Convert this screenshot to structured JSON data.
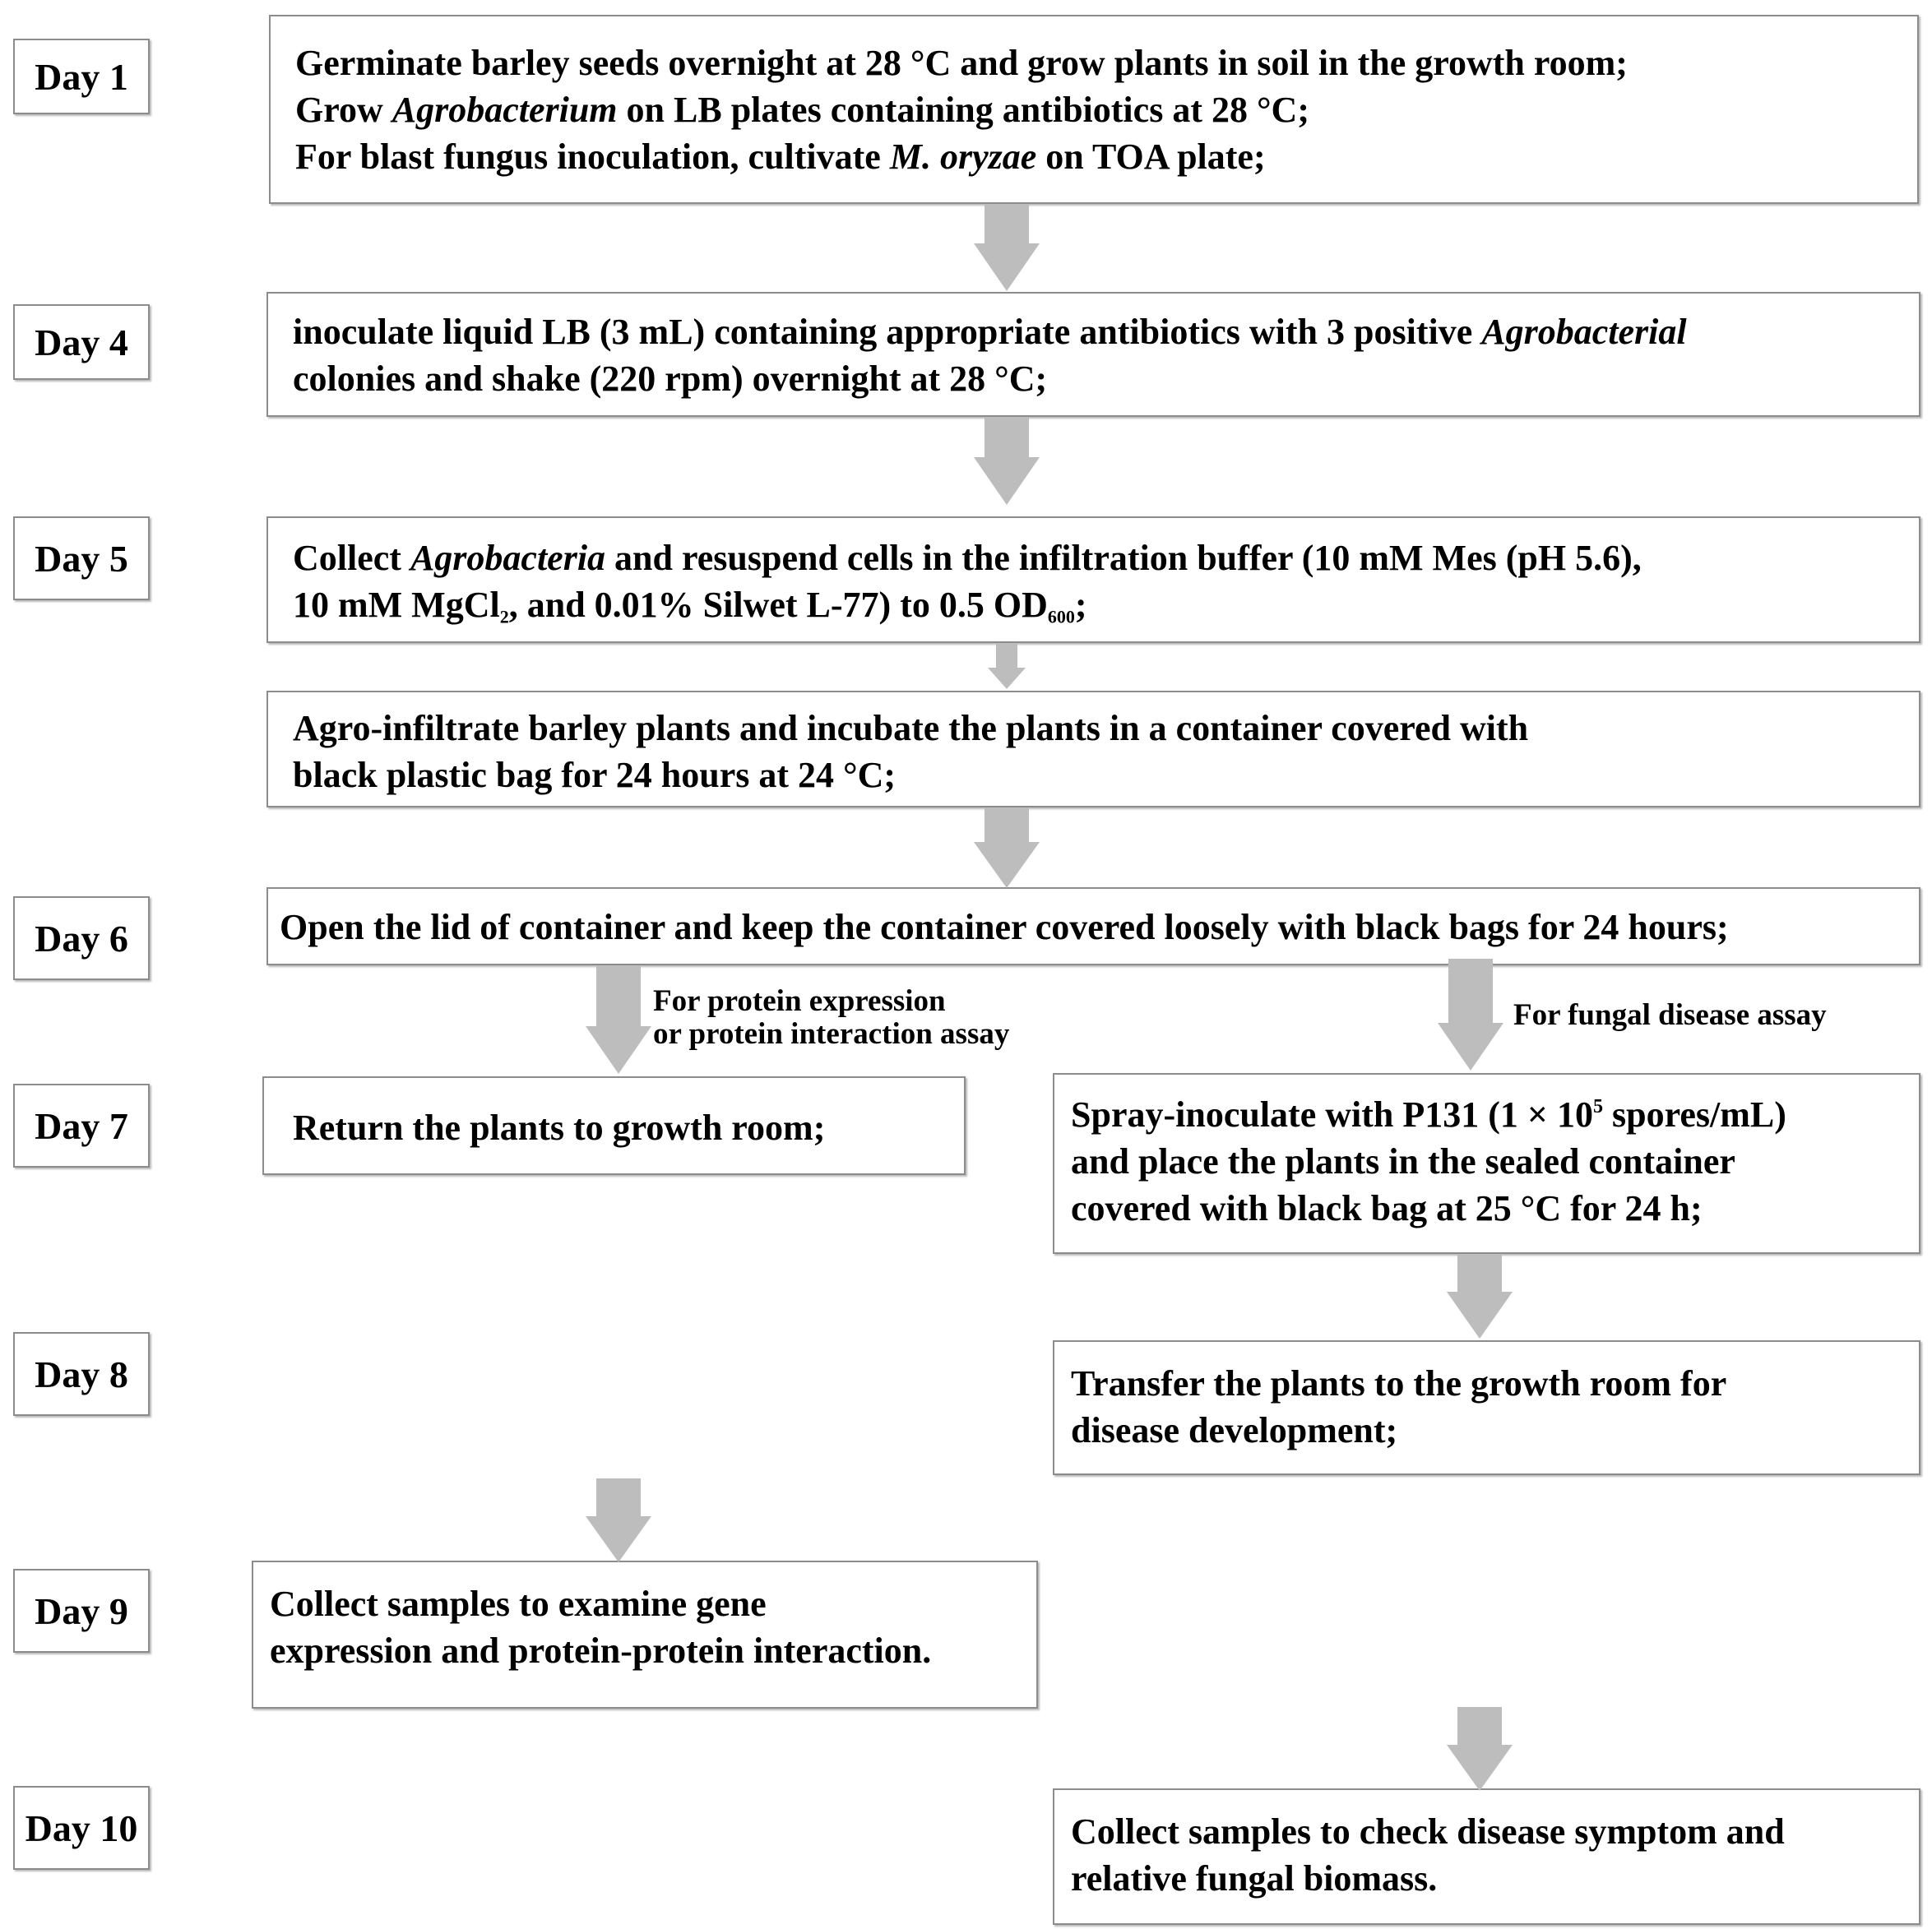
{
  "days": [
    "Day 1",
    "Day 4",
    "Day 5",
    "Day 6",
    "Day 7",
    "Day 8",
    "Day 9",
    "Day 10"
  ],
  "steps": {
    "germinate": [
      "Germinate barley seeds overnight at 28 °C and grow plants in soil in the growth room;",
      [
        "Grow ",
        "Agrobacterium",
        " on LB plates containing antibiotics at 28 °C;"
      ],
      [
        "For blast fungus inoculation, cultivate ",
        "M. oryzae",
        " on TOA plate;"
      ]
    ],
    "inoculate_lb": [
      [
        "inoculate liquid LB (3 mL) containing appropriate antibiotics with 3 positive ",
        "Agrobacterial"
      ],
      "colonies and shake (220 rpm) overnight at 28 °C;"
    ],
    "collect_agro": [
      [
        "Collect ",
        "Agrobacteria",
        " and resuspend cells in the infiltration buffer (10 mM Mes (pH 5.6),"
      ],
      [
        "10 mM MgCl",
        "2",
        ", and 0.01%  Silwet L-77) to 0.5 OD",
        "600",
        ";"
      ]
    ],
    "agro_infiltrate": [
      "Agro-infiltrate barley plants and incubate the plants in a container covered with",
      "black plastic bag for 24 hours at 24 °C;"
    ],
    "open_lid": "Open the lid of container and keep the container covered loosely with black bags for 24 hours;",
    "return_plants": "Return the plants to growth room;",
    "spray_inoculate": [
      [
        "Spray-inoculate with P131 (1 × 10",
        "5",
        " spores/mL)"
      ],
      "and place the plants in the sealed container",
      "covered with black bag at 25 °C for 24 h;"
    ],
    "transfer_plants": [
      "Transfer the plants to the growth room for",
      "disease development;"
    ],
    "collect_gene": [
      "Collect samples to examine gene",
      "expression and protein-protein interaction."
    ],
    "collect_disease": [
      "Collect samples to check disease symptom and",
      "relative fungal biomass."
    ]
  },
  "branches": {
    "protein": [
      "For protein expression",
      "or protein interaction assay"
    ],
    "fungal": "For fungal disease assay"
  },
  "colors": {
    "arrow": "#bdbdbd",
    "border": "#8c8c8c",
    "text": "#000000"
  }
}
